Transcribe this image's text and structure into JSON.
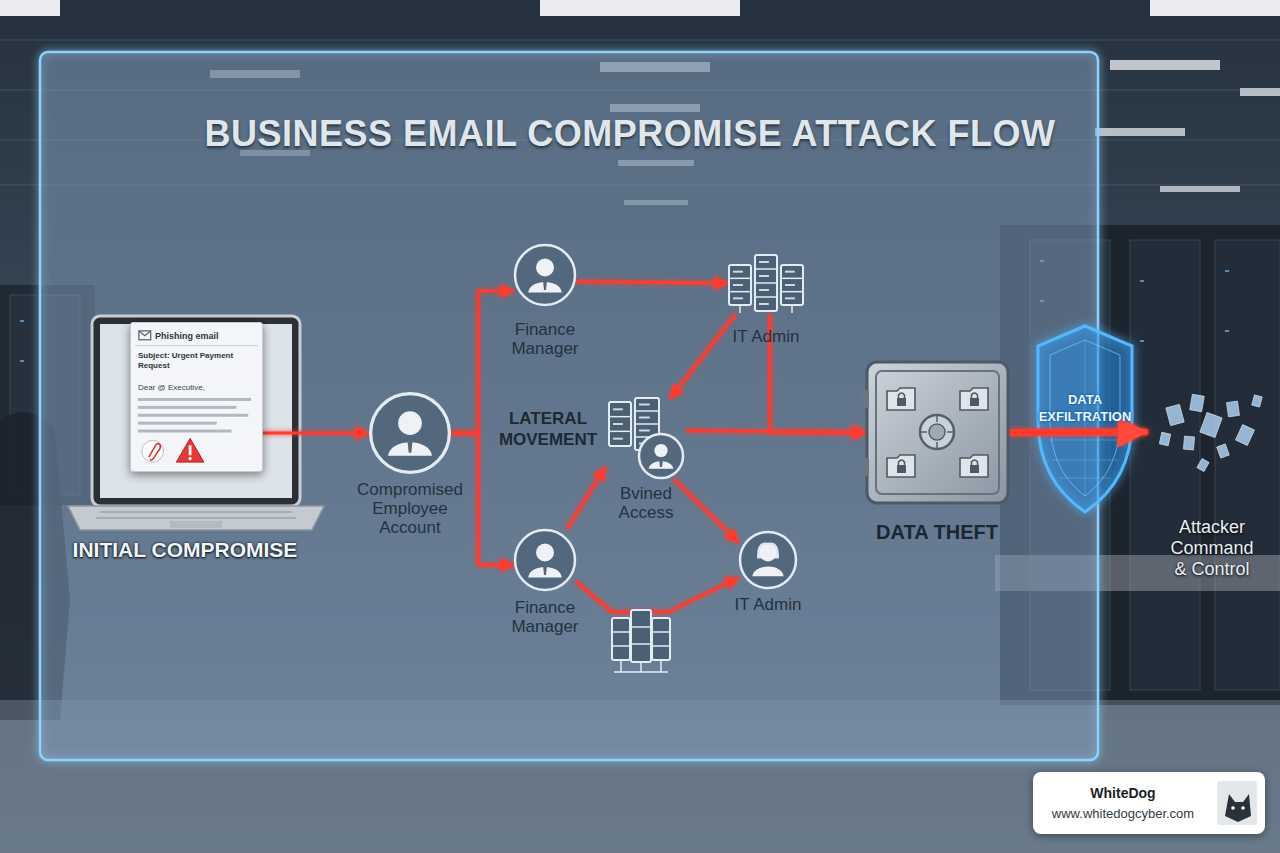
{
  "diagram": {
    "title": "BUSINESS EMAIL COMPROMISE ATTACK FLOW",
    "nodes": [
      {
        "text": [
          "Phishing email",
          "Subject: Urgent Payment Request",
          "Dear @ Executive,",
          "INITIAL COMPROMISE"
        ]
      },
      {
        "text": [
          "Compromised Employee Account"
        ]
      },
      {
        "text": [
          "Finance Manager"
        ]
      },
      {
        "text": [
          "IT Admin"
        ]
      },
      {
        "text": [
          "Bvined Access"
        ]
      },
      {
        "text": [
          "Finance Manager"
        ]
      },
      {
        "text": [
          "IT Admin"
        ]
      },
      {
        "text": [
          "DATA THEFT"
        ]
      },
      {
        "text": [
          "Attacker Command & Control"
        ]
      },
      {
        "text": [
          "WhiteDog",
          "www.whitedogcyber.com"
        ]
      }
    ],
    "edges": [
      {
        "from": 0,
        "to": 1,
        "arrow": "to"
      },
      {
        "from": 1,
        "to": 2,
        "arrow": "to"
      },
      {
        "from": 1,
        "to": 5,
        "arrow": "to"
      },
      {
        "from": 2,
        "to": 3,
        "arrow": "to"
      },
      {
        "from": 3,
        "to": 4,
        "arrow": "to"
      },
      {
        "from": 5,
        "to": 4,
        "arrow": "to"
      },
      {
        "from": 4,
        "to": 6,
        "arrow": "to"
      },
      {
        "from": 5,
        "to": 6,
        "arrow": "to"
      },
      {
        "from": 3,
        "to": 7,
        "arrow": "to"
      },
      {
        "from": 4,
        "to": 7,
        "arrow": "to"
      },
      {
        "from": 7,
        "to": 8,
        "label": "DATA EXFILTRATION",
        "arrow": "to"
      }
    ],
    "labels": [
      "LATERAL MOVEMENT"
    ]
  }
}
